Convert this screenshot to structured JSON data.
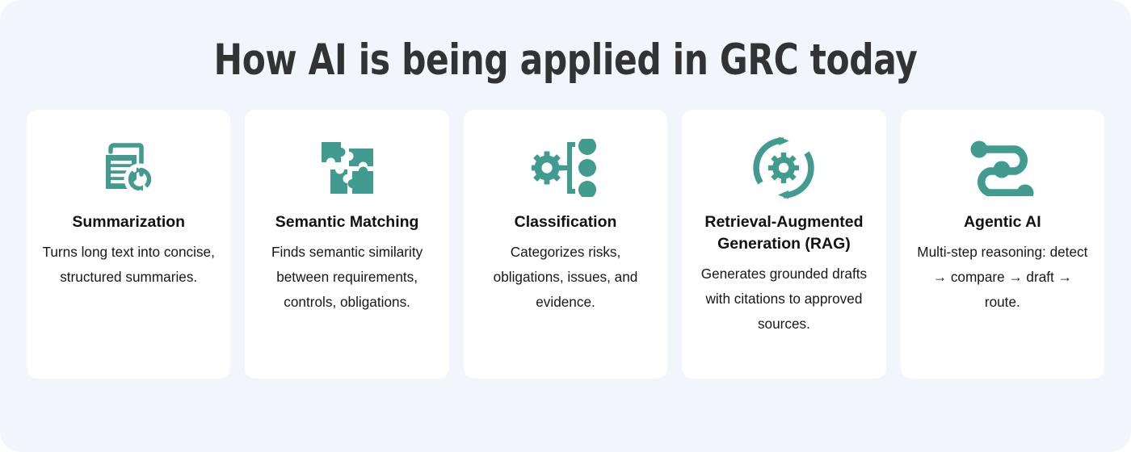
{
  "page": {
    "title": "How AI is being applied in GRC today",
    "background_color": "#f2f5fb",
    "card_background_color": "#ffffff",
    "accent_color": "#419b8f",
    "title_color": "#333336"
  },
  "cards": [
    {
      "icon": "document-summarize-icon",
      "title": "Summarization",
      "description": "Turns long text into concise, structured summaries."
    },
    {
      "icon": "puzzle-pieces-icon",
      "title": "Semantic Matching",
      "description": "Finds semantic similarity between requirements, controls, obligations."
    },
    {
      "icon": "gear-branch-nodes-icon",
      "title": "Classification",
      "description": "Categorizes risks, obligations, issues, and evidence."
    },
    {
      "icon": "gear-cycle-icon",
      "title": "Retrieval-Augmented Generation (RAG)",
      "description": "Generates grounded drafts with citations to approved sources."
    },
    {
      "icon": "route-nodes-icon",
      "title": "Agentic AI",
      "description": "Multi-step reasoning: detect → compare → draft → route."
    }
  ]
}
